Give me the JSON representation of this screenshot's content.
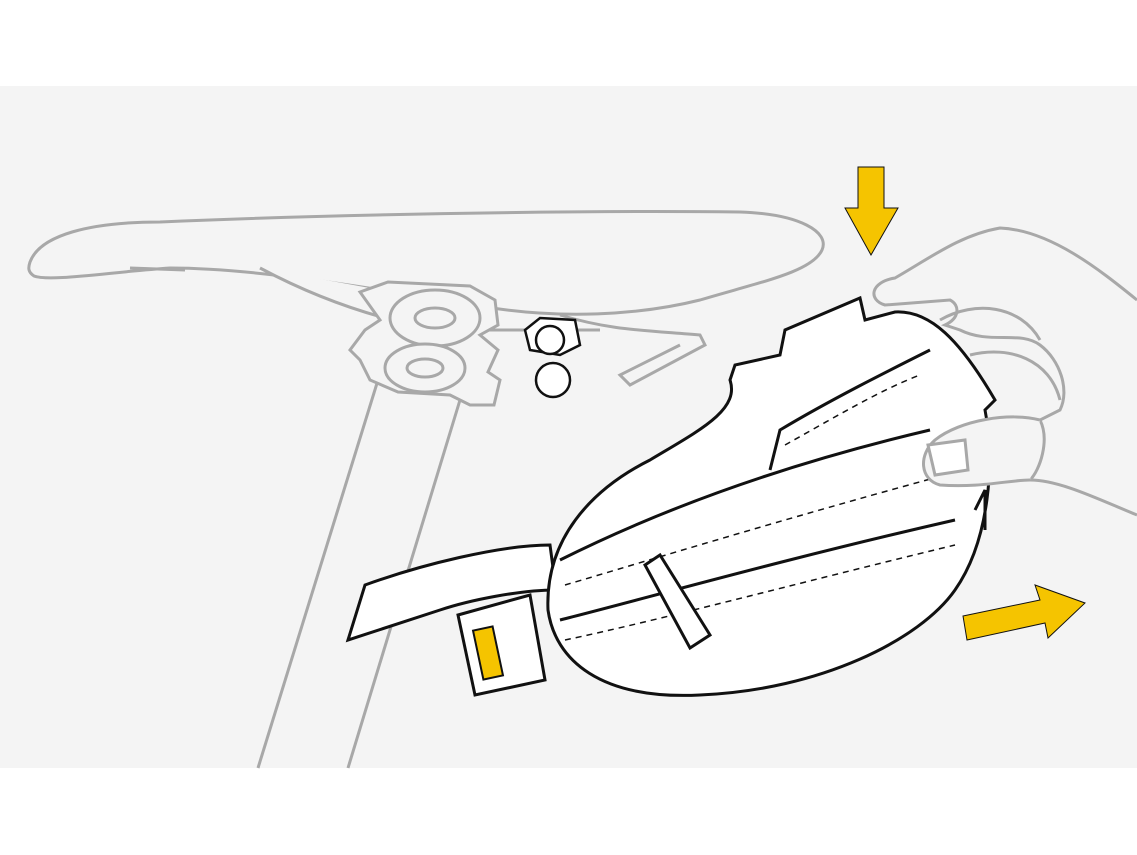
{
  "illustration": {
    "subject": "saddle-bag-removal-instruction",
    "colors": {
      "background_band": "#f4f4f4",
      "page": "#ffffff",
      "bike_outline": "#a8a8a8",
      "bag_outline": "#111111",
      "bag_fill": "#ffffff",
      "accent_arrow": "#f5c400",
      "hand_outline": "#a8a8a8"
    },
    "arrows": [
      {
        "direction": "down",
        "meaning": "press-release"
      },
      {
        "direction": "right",
        "meaning": "pull-bag-out"
      }
    ]
  }
}
